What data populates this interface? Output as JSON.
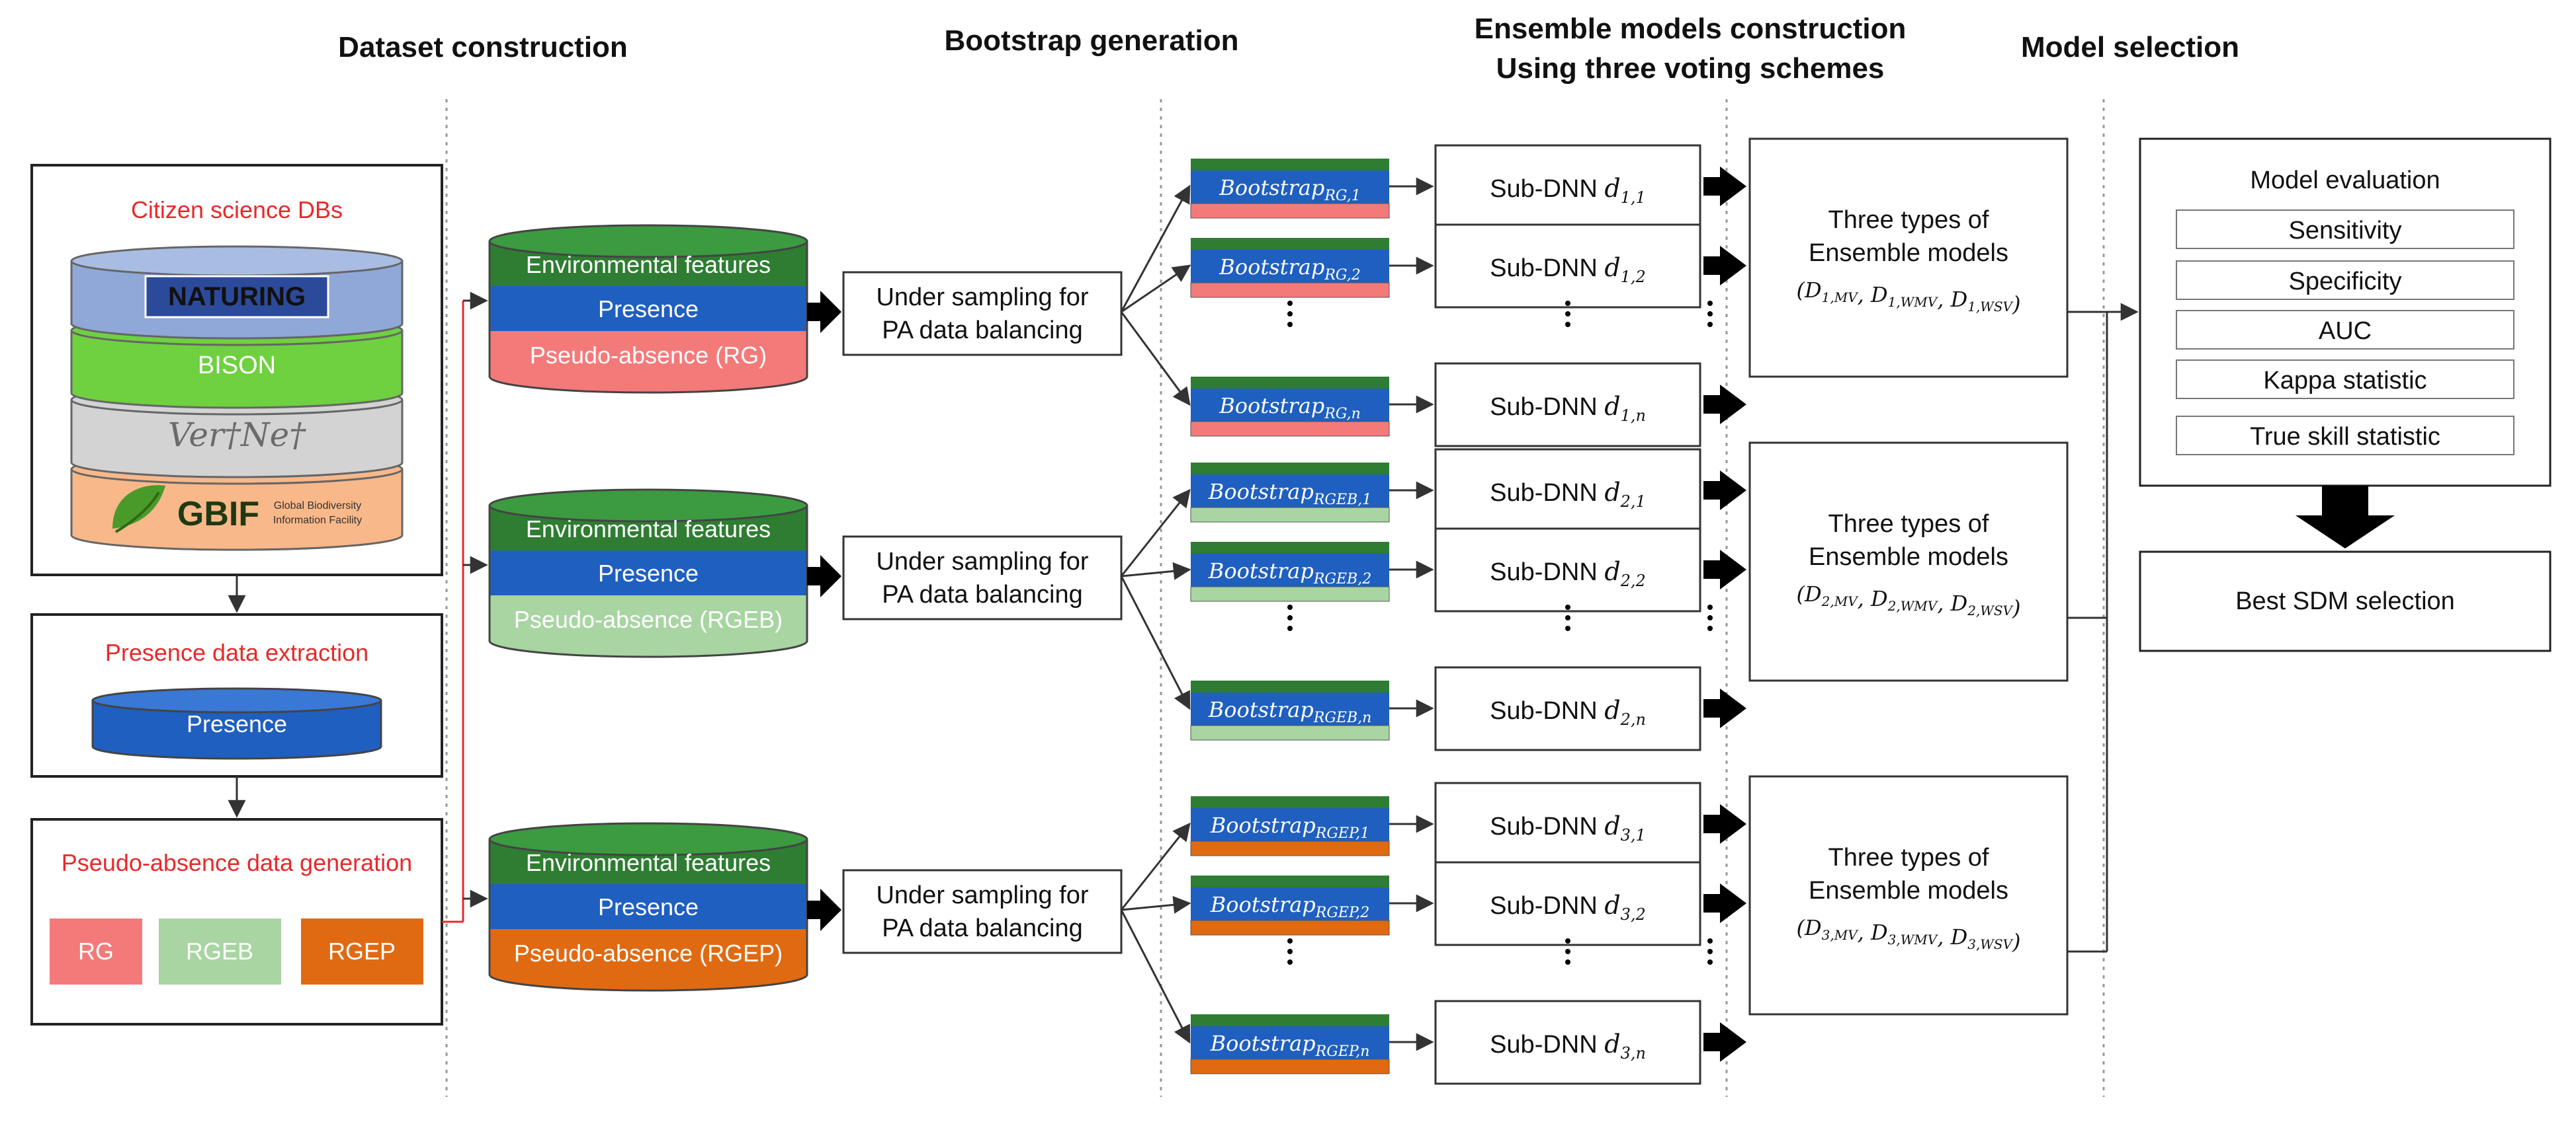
{
  "headers": {
    "dataset": "Dataset construction",
    "bootstrap": "Bootstrap generation",
    "ensemble_line1": "Ensemble models construction",
    "ensemble_line2": "Using three voting schemes",
    "selection": "Model selection"
  },
  "sources": {
    "title": "Citizen science DBs",
    "naturing": "NATURING",
    "bison": "BISON",
    "vertnet": "Ver†Ne†",
    "gbif": "GBIF",
    "gbif_sub1": "Global Biodiversity",
    "gbif_sub2": "Information Facility"
  },
  "extraction": {
    "title": "Presence data extraction",
    "cyl": "Presence"
  },
  "pseudo": {
    "title": "Pseudo-absence data generation",
    "rg": "RG",
    "rgeb": "RGEB",
    "rgep": "RGEP"
  },
  "datasets": [
    {
      "env": "Environmental features",
      "presence": "Presence",
      "absence": "Pseudo-absence (RG)"
    },
    {
      "env": "Environmental features",
      "presence": "Presence",
      "absence": "Pseudo-absence (RGEB)"
    },
    {
      "env": "Environmental features",
      "presence": "Presence",
      "absence": "Pseudo-absence (RGEP)"
    }
  ],
  "undersampling": {
    "line1": "Under sampling for",
    "line2": "PA data balancing"
  },
  "bootstrap_label": "Bootstrap",
  "groups": [
    {
      "subs": [
        "RG,1",
        "RG,2",
        "RG,n"
      ],
      "dnn": [
        "1,1",
        "1,2",
        "1,n"
      ],
      "ens": [
        "1,MV",
        "1,WMV",
        "1,WSV"
      ]
    },
    {
      "subs": [
        "RGEB,1",
        "RGEB,2",
        "RGEB,n"
      ],
      "dnn": [
        "2,1",
        "2,2",
        "2,n"
      ],
      "ens": [
        "2,MV",
        "2,WMV",
        "2,WSV"
      ]
    },
    {
      "subs": [
        "RGEP,1",
        "RGEP,2",
        "RGEP,n"
      ],
      "dnn": [
        "3,1",
        "3,2",
        "3,n"
      ],
      "ens": [
        "3,MV",
        "3,WMV",
        "3,WSV"
      ]
    }
  ],
  "subdnn_label": "Sub-DNN",
  "ensemble": {
    "line1": "Three types of",
    "line2": "Ensemble models"
  },
  "evaluation": {
    "title": "Model evaluation",
    "metrics": [
      "Sensitivity",
      "Specificity",
      "AUC",
      "Kappa statistic",
      "True skill statistic"
    ]
  },
  "best": "Best SDM selection",
  "colors": {
    "env": "#2e7d32",
    "presence": "#1f5fbf",
    "rg": "#f47a7a",
    "rgeb": "#a8d5a2",
    "rgep": "#e06a12",
    "red_text": "#e8292b",
    "naturing": "#8fa8d8",
    "bison": "#6fd040",
    "vertnet": "#d3d3d3",
    "gbif": "#f8b88a"
  }
}
